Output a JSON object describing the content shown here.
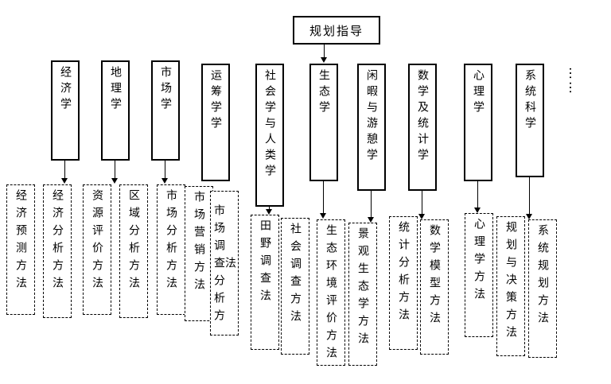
{
  "diagram": {
    "root_label": "规划指导",
    "disciplines": [
      "经济学",
      "地理学",
      "市场学",
      "运筹学学",
      "社会学与人类学",
      "生态学",
      "闲暇与游憩学",
      "数学及统计学",
      "心理学",
      "系统科学",
      "……"
    ],
    "methods": [
      "经济预测方法",
      "经济分析方法",
      "资源评价方法",
      "区域分析方法",
      "市场分析方法",
      "市场营销方法",
      "市场调查分析方法",
      "田野调查法",
      "社会调查方法",
      "生态环境评价方法",
      "景观生态学方法",
      "统计分析方法",
      "数学模型方法",
      "心理学方法",
      "规划与决策方法",
      "系统规划方法"
    ],
    "colors": {
      "border": "#000000",
      "background": "#ffffff"
    }
  }
}
